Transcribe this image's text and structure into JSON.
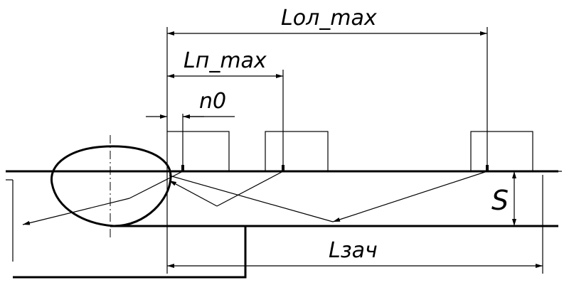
{
  "labels": {
    "lol_max": "Lол_max",
    "ln_max": "Lп_max",
    "n0": "n0",
    "s": "S",
    "lzach": "Lзач"
  }
}
